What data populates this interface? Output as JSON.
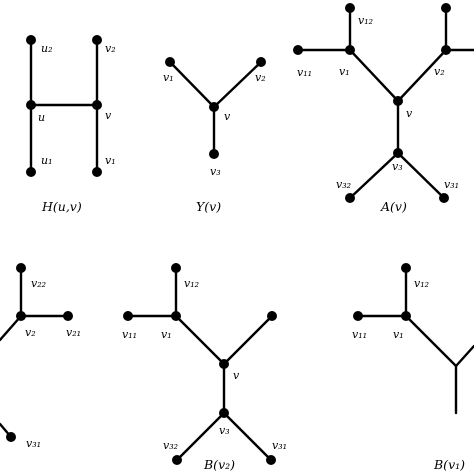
{
  "captions": {
    "h_graph": "H(u,v)",
    "y_graph": "Y(v)",
    "a_graph": "A(v)",
    "b_v2": "B(v₂)",
    "b_v1": "B(v₁)"
  },
  "labels": {
    "h_u2": "u₂",
    "h_v2": "v₂",
    "h_u": "u",
    "h_v": "v",
    "h_u1": "u₁",
    "h_v1": "v₁",
    "y_v1": "v₁",
    "y_v2": "v₂",
    "y_v": "v",
    "y_v3": "v₃",
    "a_v11": "v₁₁",
    "a_v1": "v₁",
    "a_v12": "v₁₂",
    "a_v2": "v₂",
    "a_v": "v",
    "a_v3": "v₃",
    "a_v32": "v₃₂",
    "a_v31": "v₃₁",
    "l_v22": "v₂₂",
    "l_v2": "v₂",
    "l_v21": "v₂₁",
    "l_v31": "v₃₁",
    "b_v11": "v₁₁",
    "b_v1": "v₁",
    "b_v12": "v₁₂",
    "b_v": "v",
    "b_v3": "v₃",
    "b_v32": "v₃₂",
    "b_v31": "v₃₁",
    "r_v11": "v₁₁",
    "r_v1": "v₁",
    "r_v12": "v₁₂"
  }
}
